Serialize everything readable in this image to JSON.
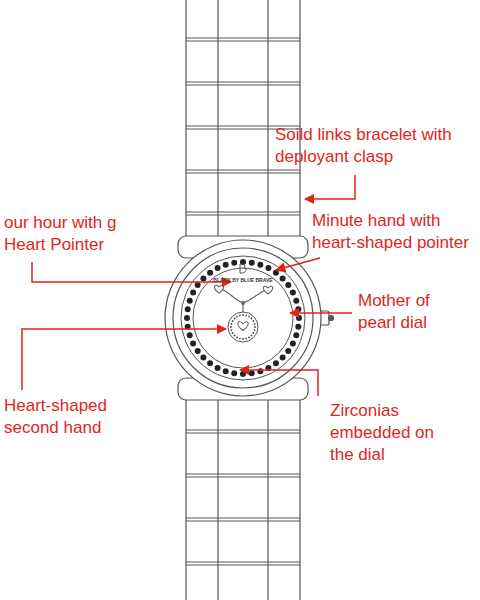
{
  "diagram": {
    "labels": [
      "Soild links bracelet with deployant clasp",
      "our hour with g Heart Pointer",
      "Minute hand with heart-shaped pointer",
      "Mother of pearl dial",
      "Heart-shaped second hand",
      "Zirconias embedded on the dial",
      "BLACK BY BLUE BRAVE"
    ]
  }
}
